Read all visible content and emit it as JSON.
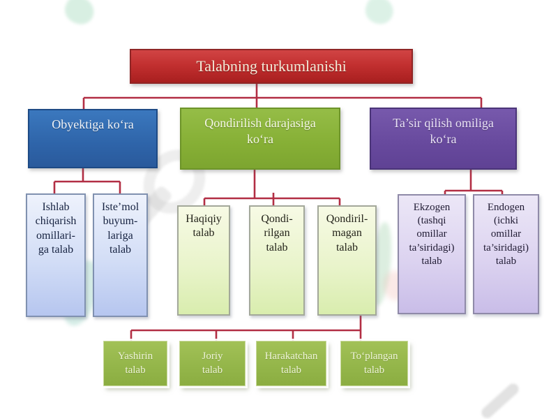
{
  "diagram": {
    "title": "Talabning turkumlanishi",
    "colors": {
      "root": "#b92a2a",
      "branch_obyektiga": "#2f6cb3",
      "branch_qondirilish": "#86af35",
      "branch_tasir": "#67499d",
      "leaf_blue": "#c3d1f2",
      "leaf_green": "#e2f0bc",
      "leaf_purple": "#d5cbec",
      "bottom_green": "#93b549",
      "connector": "#b22e44"
    },
    "branches": [
      {
        "label": "Obyektiga ko‘ra",
        "children": [
          {
            "label": "Ishlab\nchiqarish\nomillari-\nga talab"
          },
          {
            "label": "Iste’mol\nbuyum-\nlariga\ntalab"
          }
        ]
      },
      {
        "label": "Qondirilish darajasiga\nko‘ra",
        "children": [
          {
            "label": "Haqiqiy\ntalab"
          },
          {
            "label": "Qondi-\nrilgan\ntalab"
          },
          {
            "label": "Qondiril-\nmagan\ntalab",
            "children": [
              {
                "label": "Yashirin\ntalab"
              },
              {
                "label": "Joriy\ntalab"
              },
              {
                "label": "Harakatchan\ntalab"
              },
              {
                "label": "To‘plangan\ntalab"
              }
            ]
          }
        ]
      },
      {
        "label": "Ta’sir qilish omiliga\nko‘ra",
        "children": [
          {
            "label": "Ekzogen\n(tashqi\nomillar\nta’siridagi)\ntalab"
          },
          {
            "label": "Endogen\n(ichki\nomillar\nta’siridagi)\ntalab"
          }
        ]
      }
    ]
  }
}
